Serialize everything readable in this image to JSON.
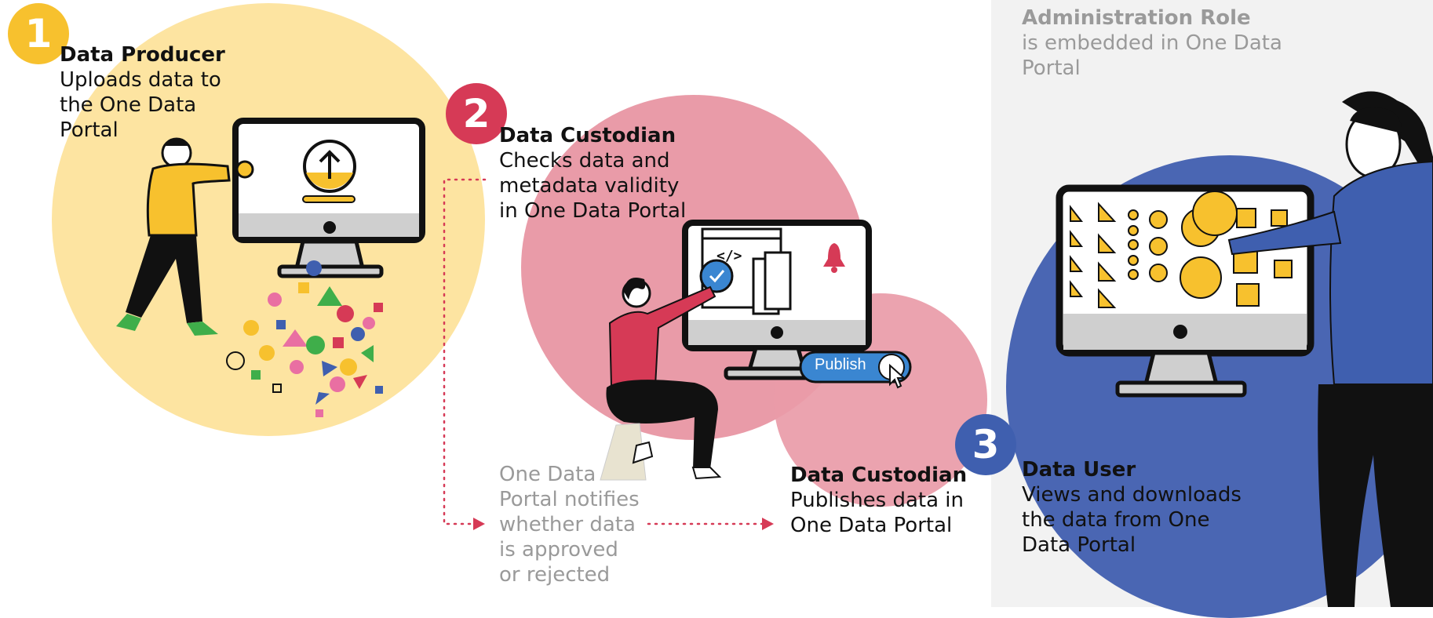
{
  "steps": [
    {
      "number": "1",
      "role": "Data Producer",
      "description": "Uploads data to\nthe One Data\nPortal",
      "color": "#f7c12e",
      "bg_color": "#fde4a1"
    },
    {
      "number": "2",
      "role": "Data Custodian",
      "description": "Checks data and\nmetadata validity\nin One Data Portal",
      "color": "#d63a56",
      "bg_color": "#e99ba8"
    },
    {
      "role": "Data Custodian",
      "description": "Publishes data in\nOne Data Portal",
      "button_label": "Publish"
    },
    {
      "number": "3",
      "role": "Data User",
      "description": "Views and downloads\nthe data from One\nData Portal",
      "color": "#3f5faf",
      "bg_color": "#4a66b3"
    }
  ],
  "notification": {
    "text": "One Data\nPortal notifies\nwhether data\nis approved\nor rejected",
    "color": "#9a9a9a",
    "arrow_color": "#d63a56"
  },
  "admin": {
    "title": "Administration Role",
    "description": "is embedded in One Data\nPortal",
    "bg_color": "#f2f2f2"
  }
}
